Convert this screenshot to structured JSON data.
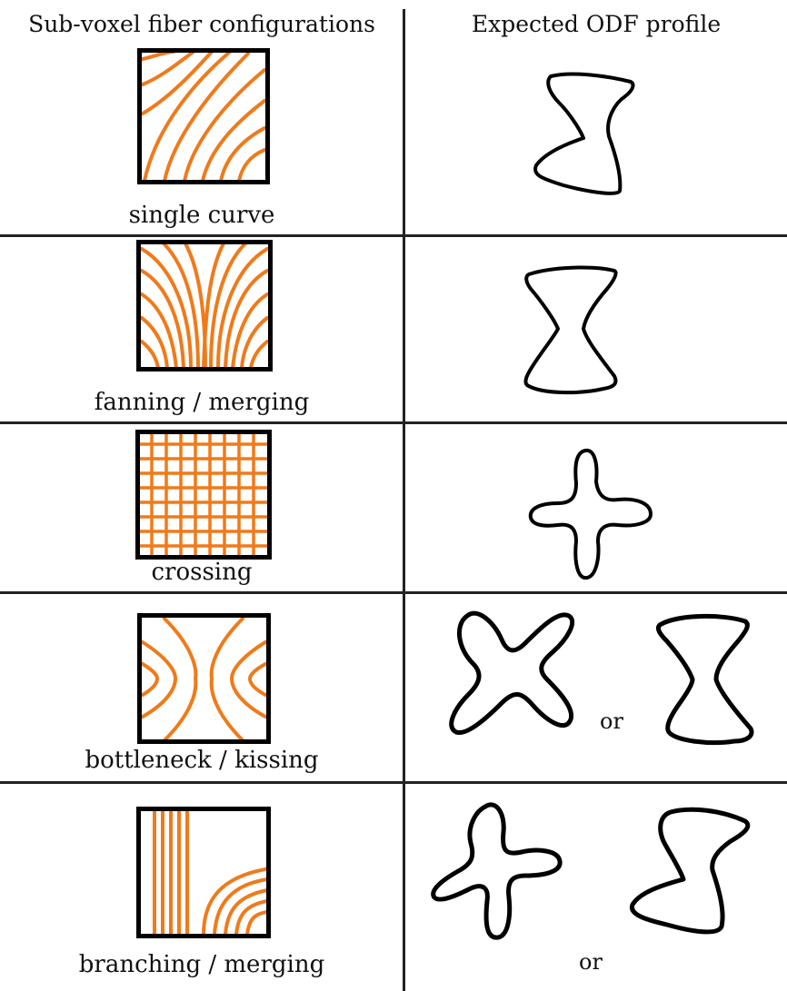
{
  "header": {
    "left": "Sub-voxel fiber configurations",
    "right": "Expected ODF profile"
  },
  "colors": {
    "fiber": "#f07a1a",
    "frame": "#000000",
    "outline": "#000000"
  },
  "rows": [
    {
      "caption": "single curve"
    },
    {
      "caption": "fanning / merging"
    },
    {
      "caption": "crossing"
    },
    {
      "caption": "bottleneck / kissing",
      "or_label": "or"
    },
    {
      "caption": "branching / merging",
      "or_label": "or"
    }
  ]
}
